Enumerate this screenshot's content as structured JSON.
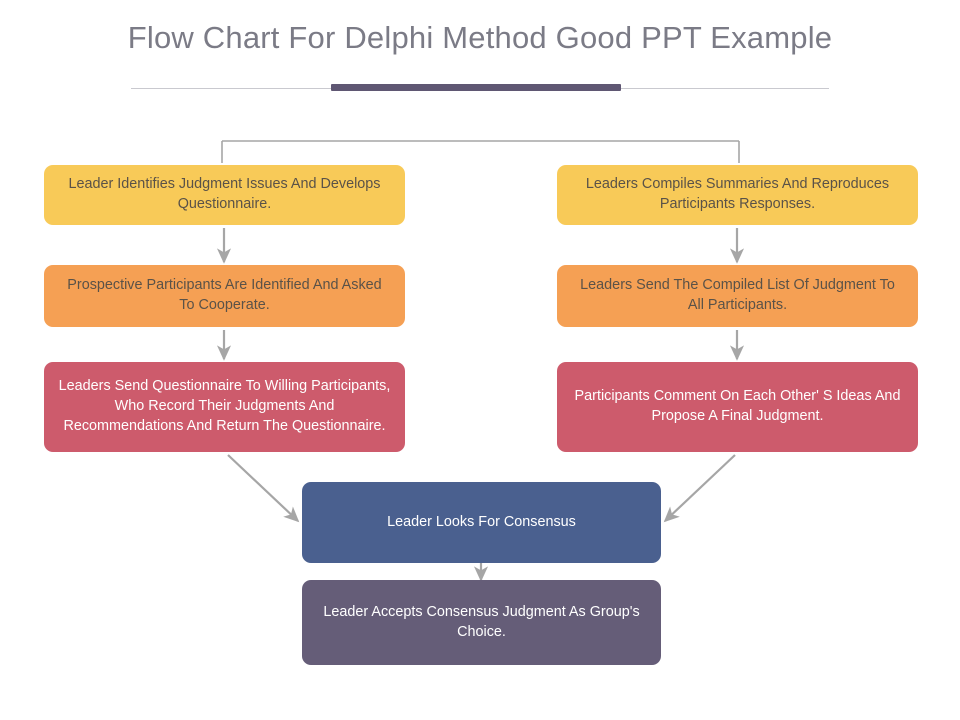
{
  "title": "Flow Chart For Delphi Method Good PPT Example",
  "colors": {
    "title_text": "#7b7b86",
    "accent_bar": "#5f5773",
    "rule": "#c9c9cf",
    "yellow": "#f8ca58",
    "orange": "#f5a054",
    "red": "#cd5b6c",
    "blue": "#4a608f",
    "purple": "#655d78",
    "connector": "#a6a6a6",
    "dark_text": "#5a5248",
    "light_text": "#ffffff",
    "background": "#ffffff"
  },
  "chart_data": {
    "type": "diagram",
    "title": "Flow Chart For Delphi Method Good PPT Example",
    "layout": "two-column flowchart converging to a single stem",
    "nodes": [
      {
        "id": "l1",
        "text": "Leader Identifies Judgment Issues And Develops Questionnaire.",
        "color": "#f8ca58",
        "text_color": "#5a5248",
        "column": "left",
        "row": 1
      },
      {
        "id": "r1",
        "text": "Leaders Compiles Summaries And Reproduces Participants Responses.",
        "color": "#f8ca58",
        "text_color": "#5a5248",
        "column": "right",
        "row": 1
      },
      {
        "id": "l2",
        "text": "Prospective Participants Are Identified And Asked To Cooperate.",
        "color": "#f5a054",
        "text_color": "#5a5248",
        "column": "left",
        "row": 2
      },
      {
        "id": "r2",
        "text": "Leaders Send The Compiled List Of Judgment To All Participants.",
        "color": "#f5a054",
        "text_color": "#5a5248",
        "column": "right",
        "row": 2
      },
      {
        "id": "l3",
        "text": "Leaders Send Questionnaire To Willing Participants, Who Record Their Judgments And Recommendations And Return The Questionnaire.",
        "color": "#cd5b6c",
        "text_color": "#ffffff",
        "column": "left",
        "row": 3
      },
      {
        "id": "r3",
        "text": "Participants Comment On Each Other' S Ideas And Propose A Final Judgment.",
        "color": "#cd5b6c",
        "text_color": "#ffffff",
        "column": "right",
        "row": 3
      },
      {
        "id": "c1",
        "text": "Leader Looks For Consensus",
        "color": "#4a608f",
        "text_color": "#ffffff",
        "column": "center",
        "row": 4
      },
      {
        "id": "c2",
        "text": "Leader Accepts Consensus Judgment As Group's Choice.",
        "color": "#655d78",
        "text_color": "#ffffff",
        "column": "center",
        "row": 5
      }
    ],
    "edges": [
      {
        "from": "split",
        "to": "l1",
        "style": "bracket-down-arrow"
      },
      {
        "from": "split",
        "to": "r1",
        "style": "bracket-down-arrow"
      },
      {
        "from": "l1",
        "to": "l2",
        "style": "down-arrow"
      },
      {
        "from": "l2",
        "to": "l3",
        "style": "down-arrow"
      },
      {
        "from": "r1",
        "to": "r2",
        "style": "down-arrow"
      },
      {
        "from": "r2",
        "to": "r3",
        "style": "down-arrow"
      },
      {
        "from": "l3",
        "to": "c1",
        "style": "diagonal-arrow"
      },
      {
        "from": "r3",
        "to": "c1",
        "style": "diagonal-arrow"
      },
      {
        "from": "c1",
        "to": "c2",
        "style": "down-arrow"
      }
    ]
  }
}
